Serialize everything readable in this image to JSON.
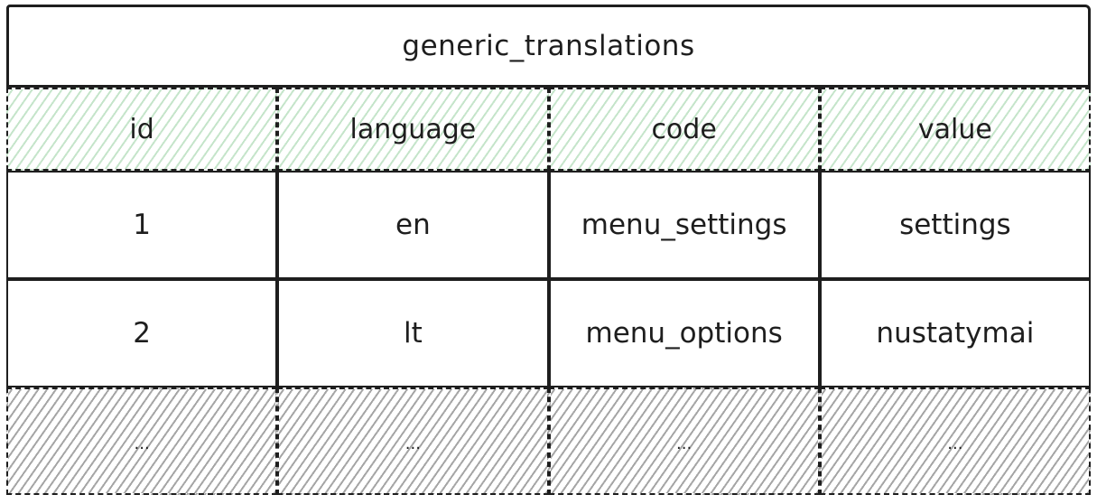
{
  "title": "generic_translations",
  "columns": [
    "id",
    "language",
    "code",
    "value"
  ],
  "rows": [
    [
      "1",
      "en",
      "menu_settings",
      "settings"
    ],
    [
      "2",
      "lt",
      "menu_options",
      "nustatymai"
    ],
    [
      "...",
      "...",
      "...",
      "..."
    ]
  ],
  "colors": {
    "stroke": "#1e1e1e",
    "header_hatch": "#b2dcb9",
    "ellipsis_hatch": "#969696"
  }
}
